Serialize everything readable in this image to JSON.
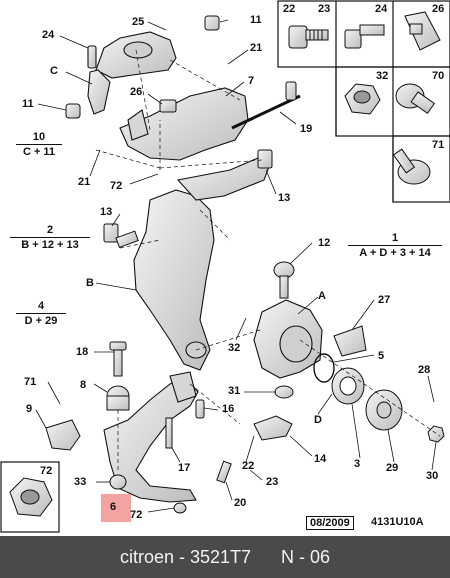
{
  "footer": {
    "text": "citroen - 3521T7      N - 06"
  },
  "stamp": {
    "date": "08/2009",
    "code": "4131U10A"
  },
  "groups": [
    {
      "id": "g10",
      "top": "10",
      "bottom": "C + 11"
    },
    {
      "id": "g2",
      "top": "2",
      "bottom": "B + 12 + 13"
    },
    {
      "id": "g4",
      "top": "4",
      "bottom": "D + 29"
    },
    {
      "id": "g1",
      "top": "1",
      "bottom": "A + D + 3 + 14"
    }
  ],
  "callouts": {
    "c25": "25",
    "c11a": "11",
    "c24": "24",
    "c21a": "21",
    "cC": "C",
    "c11b": "11",
    "c26": "26",
    "c7": "7",
    "c19": "19",
    "c21b": "21",
    "c72a": "72",
    "c13a": "13",
    "c13b": "13",
    "c12": "12",
    "cB": "B",
    "cA": "A",
    "c27": "27",
    "c32a": "32",
    "c18": "18",
    "c5": "5",
    "c71a": "71",
    "c8": "8",
    "c31": "31",
    "c28": "28",
    "c9": "9",
    "c16": "16",
    "cD": "D",
    "c17": "17",
    "c22a": "22",
    "c14": "14",
    "c33": "33",
    "c23a": "23",
    "c3": "3",
    "c29": "29",
    "c30": "30",
    "c20": "20",
    "c6": "6",
    "c72b": "72"
  },
  "boxes": {
    "b22": "22",
    "b23": "23",
    "b24": "24",
    "b26": "26",
    "b32": "32",
    "b70": "70",
    "b71": "71",
    "b72": "72"
  },
  "colors": {
    "line": "#111111",
    "highlight": "#f4a3a3",
    "footer_bg": "#4a4a4a",
    "footer_text": "#f2f2f2",
    "part_fill": "#e8e8e8",
    "part_shade": "#c8c8c8"
  }
}
